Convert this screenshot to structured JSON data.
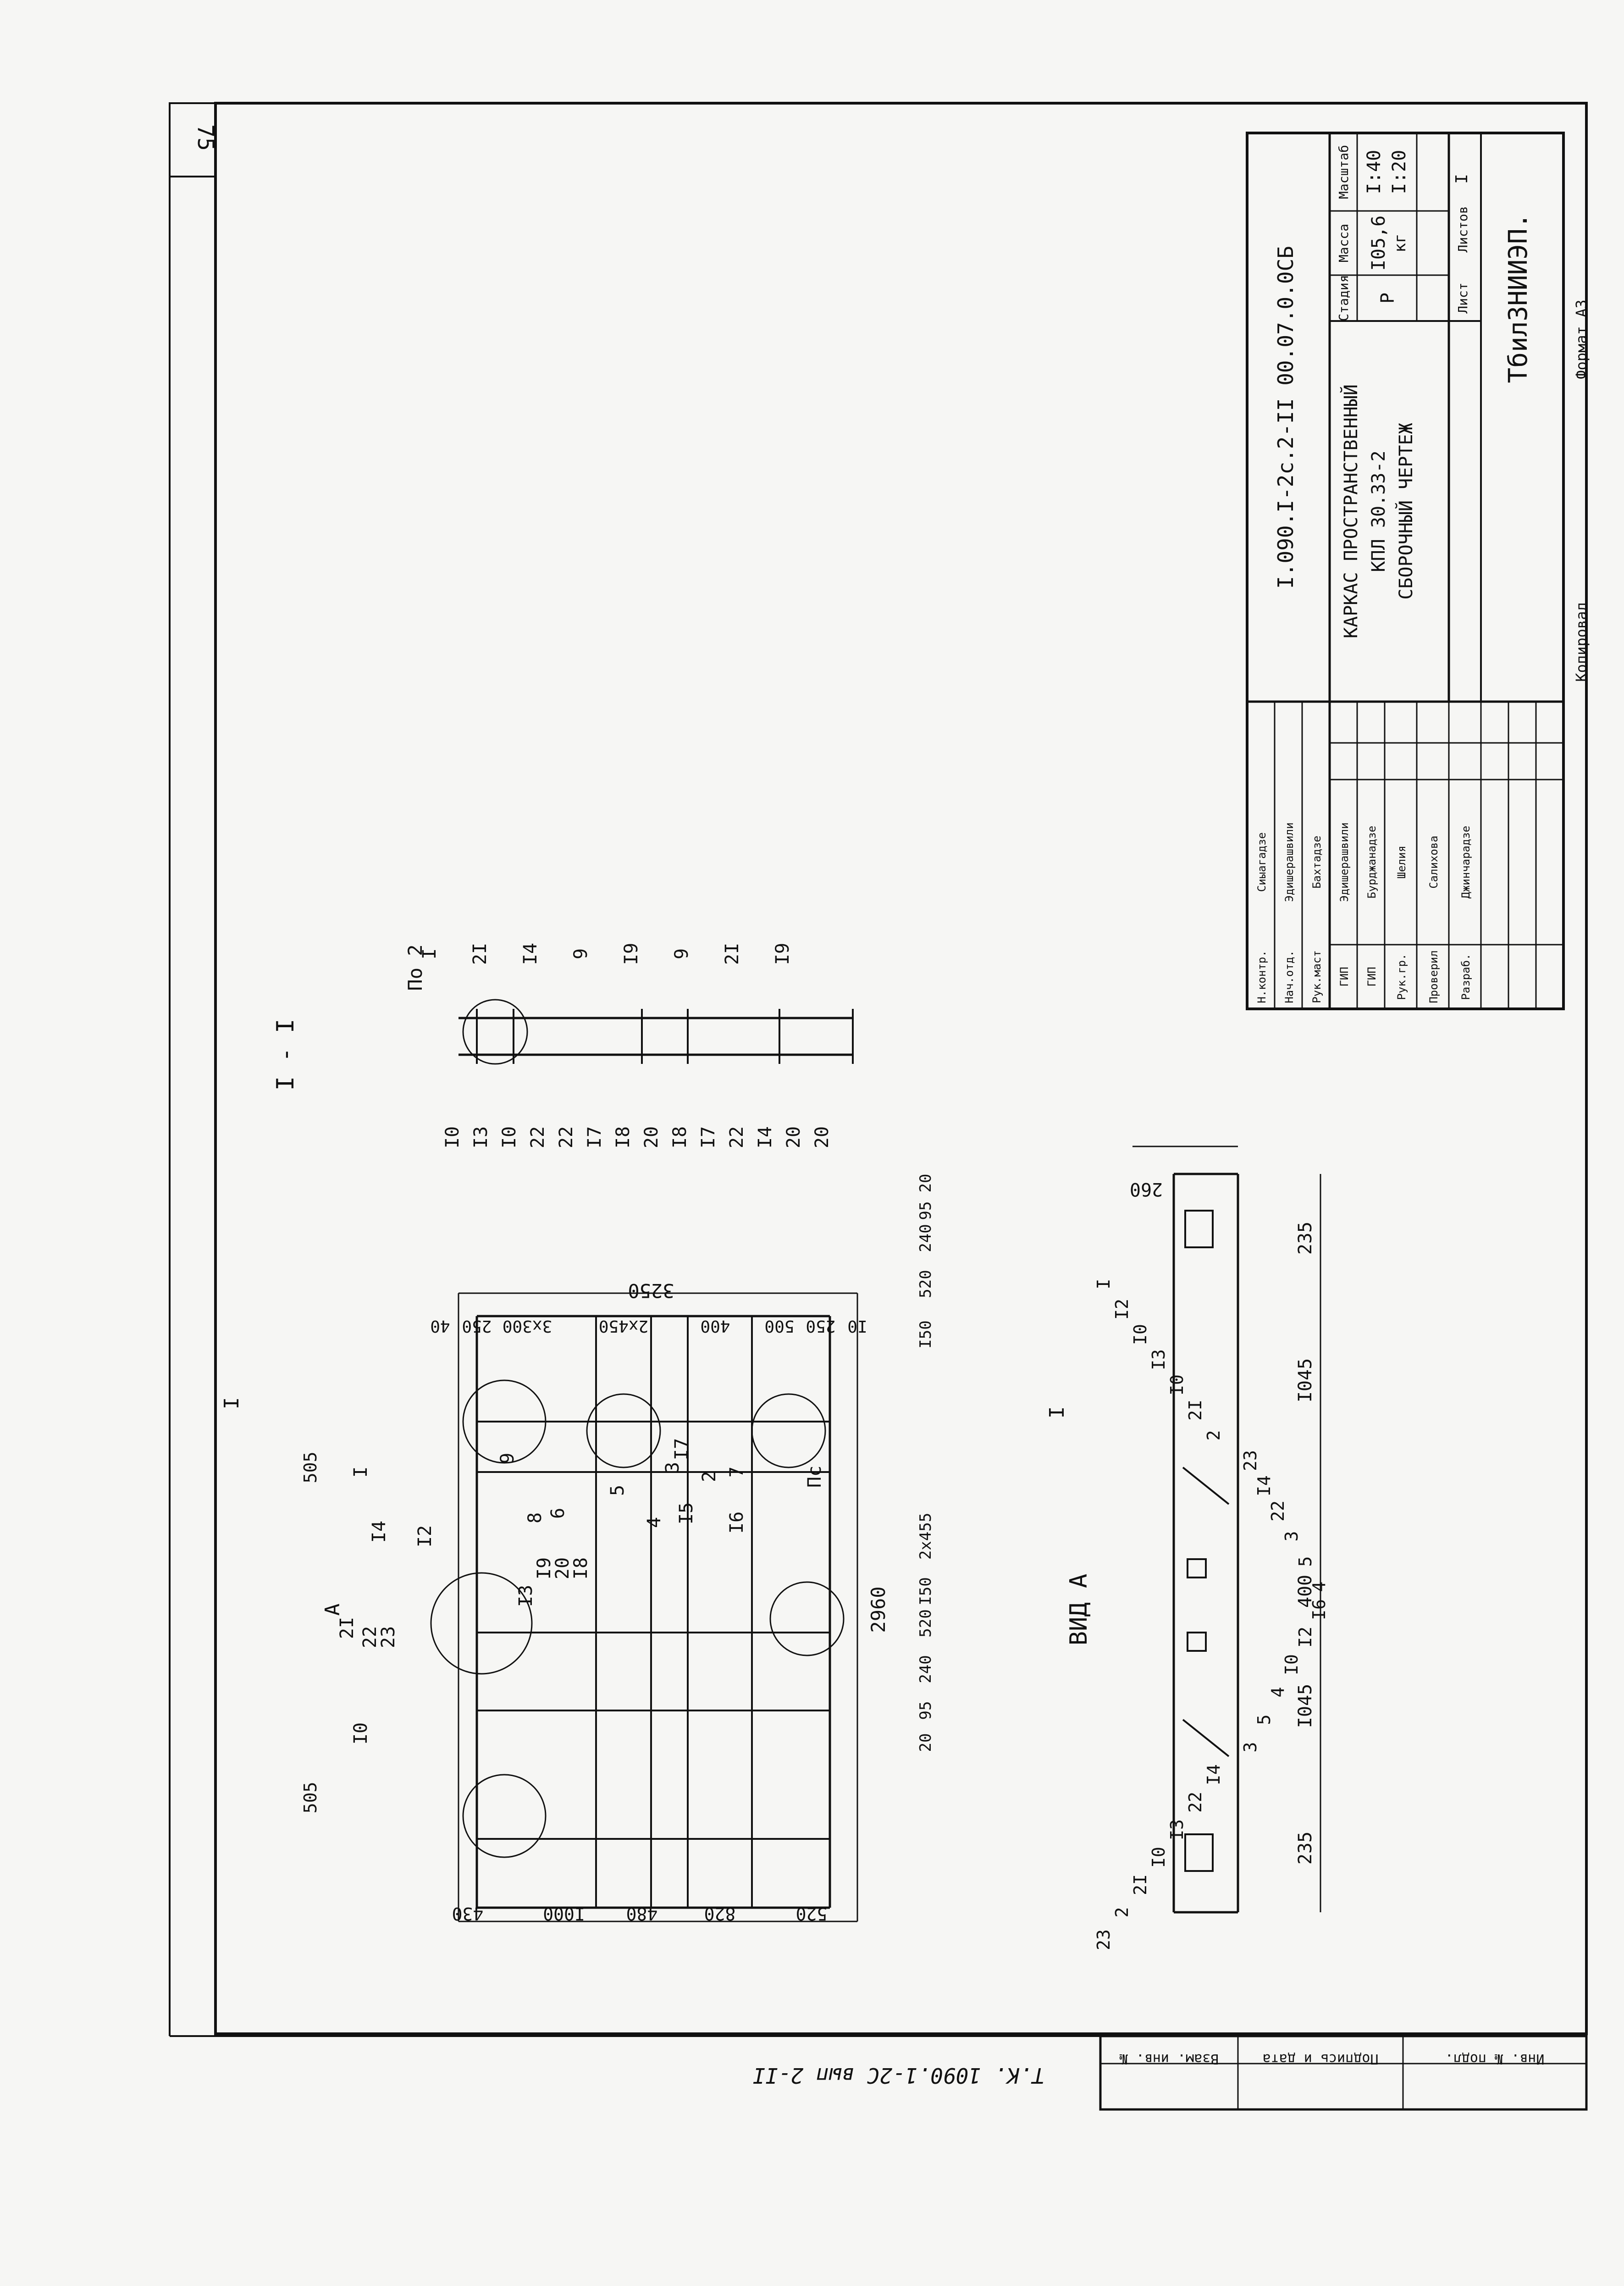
{
  "page_number": "75",
  "document_code": "I.090.I-2c.2-II 00.07.0.0СБ",
  "title": {
    "line1": "КАРКАС ПРОСТРАНСТВЕННЫЙ",
    "line2": "КПЛ 30.33-2",
    "line3": "СБОРОЧНЫЙ ЧЕРТЕЖ"
  },
  "stage": {
    "header": "Стадия",
    "value": "Р"
  },
  "mass": {
    "header": "Масса",
    "value": "I05,6",
    "unit": "кг"
  },
  "scale": {
    "header": "Масштаб",
    "values": [
      "I:40",
      "I:20"
    ]
  },
  "sheet_label": "Лист",
  "sheets_label": "Листов",
  "sheets_value": "I",
  "organization": "ТбилЗНИИЭП.",
  "signatures": [
    {
      "role": "Н.контр.",
      "name": "Сиыагадзе"
    },
    {
      "role": "Нач.отд.",
      "name": "Эдишерашвили"
    },
    {
      "role": "Рук.маст",
      "name": "Бахтадзе"
    },
    {
      "role": "ГИП",
      "name": "Эдишерашвили"
    },
    {
      "role": "ГИП",
      "name": "Бурджанадзе"
    },
    {
      "role": "Рук.гр.",
      "name": "Шелия"
    },
    {
      "role": "Проверил",
      "name": "Салихова"
    },
    {
      "role": "Разраб.",
      "name": "Джинчарадзе"
    }
  ],
  "copied_label": "Копировал",
  "format_label": "Формат А3",
  "left_stamp": {
    "inv_orig": "Инв. № подл.",
    "sign_date": "Подпись и дата",
    "inv_replace": "Взам. инв. №"
  },
  "series_note": "Т.К. 1090.1-2С вып 2-II",
  "views": {
    "section_title": "I - I",
    "view_a_title": "ВИД А",
    "section_marker": "I",
    "view_marker": "A",
    "node_label": "По 2"
  },
  "plan_dims": {
    "overall_long": "3250",
    "overall_short": "2960",
    "left_chain": [
      "430",
      "I000",
      "480",
      "820",
      "520"
    ],
    "right_chain": [
      "40",
      "250",
      "3x300",
      "2x450",
      "400",
      "500",
      "250",
      "I0"
    ],
    "bottom_chain": [
      "20",
      "95",
      "240",
      "520",
      "I50",
      "2x455",
      "I50",
      "520",
      "240",
      "95",
      "20"
    ],
    "top_dims": [
      "505",
      "505"
    ]
  },
  "view_a_dims": {
    "length_dims": [
      "235",
      "I045",
      "400",
      "I045",
      "235"
    ],
    "height_dim": "260"
  },
  "plan_callouts": [
    "I0",
    "I4",
    "I",
    "2I",
    "22",
    "23",
    "I2",
    "I3",
    "I9",
    "20",
    "I8",
    "9",
    "8",
    "6",
    "5",
    "4",
    "3",
    "2",
    "I7",
    "7",
    "I5",
    "I6",
    "Пс"
  ],
  "section_callouts": [
    "I0",
    "I3",
    "I0",
    "22",
    "22",
    "I7",
    "I8",
    "20",
    "I8",
    "I7",
    "22",
    "I4",
    "20",
    "20",
    "I",
    "2I",
    "I4",
    "9",
    "I9",
    "9",
    "2I",
    "I9"
  ],
  "view_a_callouts": [
    "23",
    "2",
    "2I",
    "I0",
    "I3",
    "22",
    "I4",
    "3",
    "5",
    "4",
    "I0",
    "I2",
    "I6",
    "I",
    "I2",
    "I0",
    "I3",
    "I0",
    "2I",
    "2",
    "23",
    "I4",
    "22",
    "3",
    "5",
    "4"
  ]
}
